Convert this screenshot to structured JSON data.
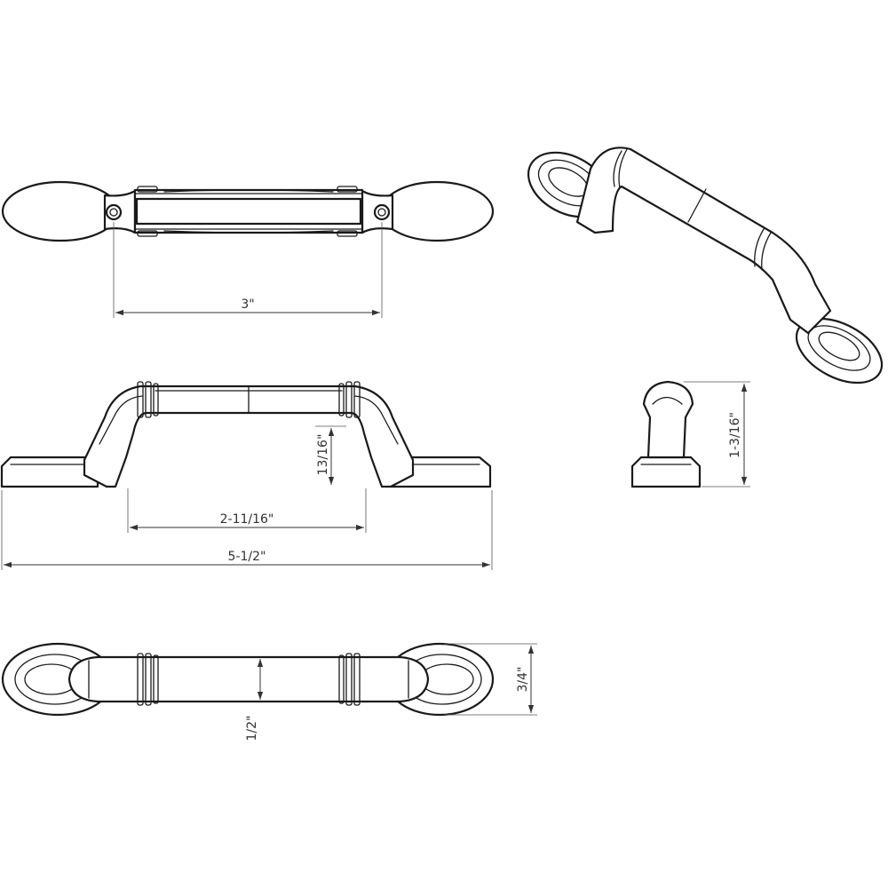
{
  "dimensions": {
    "center_to_center": "3\"",
    "clearance_height": "13/16\"",
    "inner_span": "2-11/16\"",
    "overall_length": "5-1/2\"",
    "projection": "1-3/16\"",
    "base_width": "3/4\"",
    "bar_width": "1/2\""
  },
  "colors": {
    "line": "#1a1a1a",
    "dimension": "#333333",
    "background": "#ffffff"
  }
}
